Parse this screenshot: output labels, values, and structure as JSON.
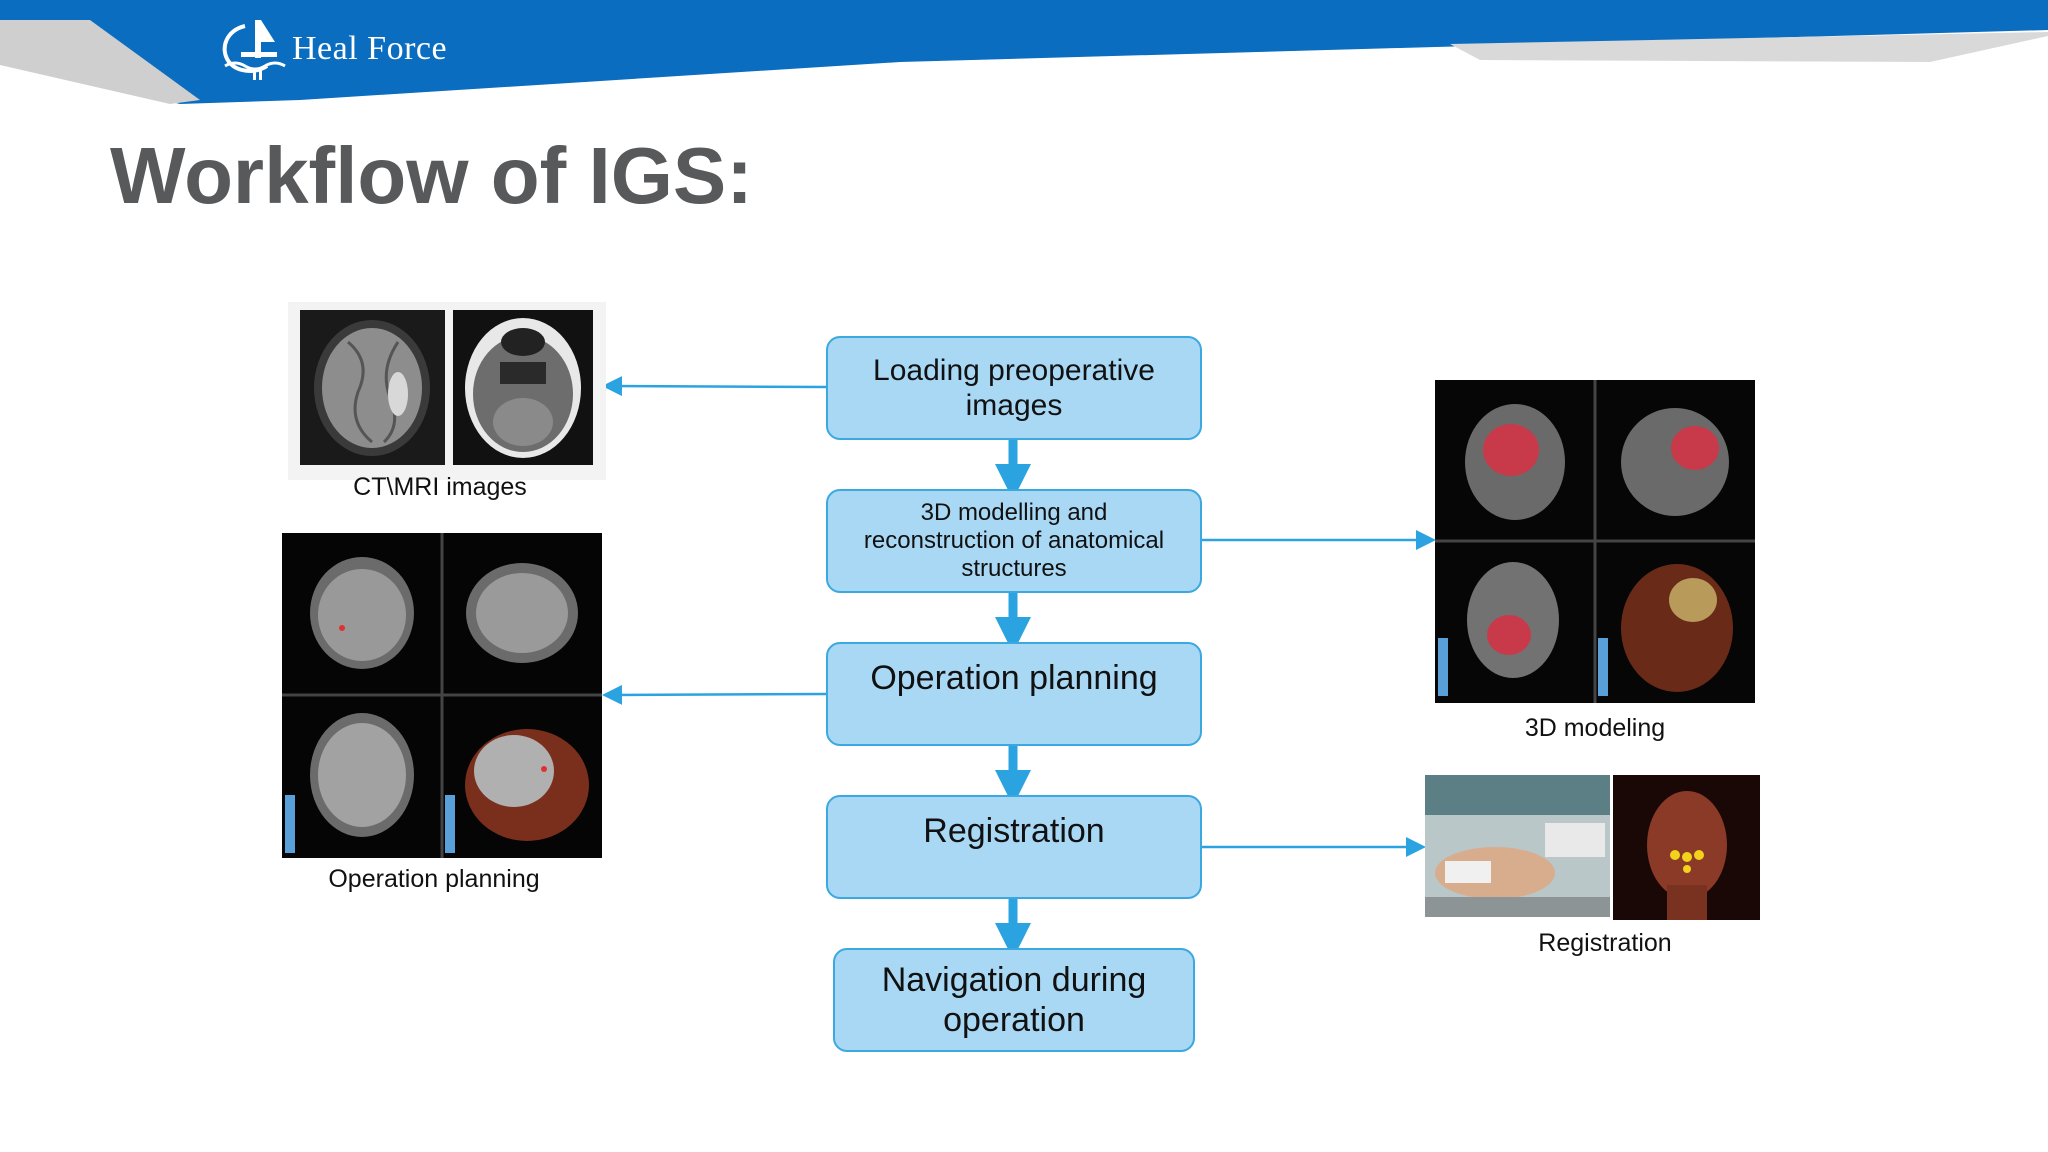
{
  "header": {
    "brand": "Heal Force",
    "colors": {
      "banner_blue": "#0a6dbf",
      "banner_grey": "#c8c8c8"
    }
  },
  "title": "Workflow of IGS:",
  "flow": {
    "steps": [
      {
        "label": "Loading preoperative images"
      },
      {
        "label": "3D modelling and reconstruction of anatomical structures"
      },
      {
        "label": "Operation planning"
      },
      {
        "label": "Registration"
      },
      {
        "label": "Navigation during operation"
      }
    ],
    "colors": {
      "box_fill": "#a9d8f5",
      "box_border": "#3ba8e0",
      "arrow": "#2ba3e0"
    }
  },
  "figures": {
    "ct_mri": {
      "caption": "CT\\MRI images"
    },
    "operation_planning": {
      "caption": "Operation planning"
    },
    "modeling_3d": {
      "caption": "3D modeling"
    },
    "registration": {
      "caption": "Registration"
    }
  }
}
